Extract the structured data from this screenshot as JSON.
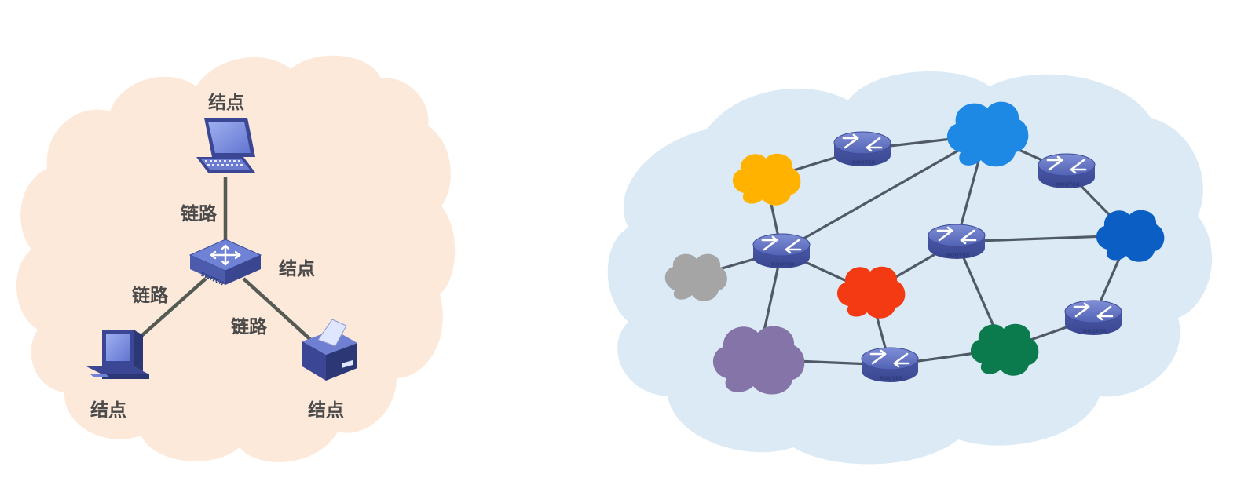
{
  "left_diagram": {
    "node_labels": [
      "结点",
      "结点",
      "结点",
      "结点"
    ],
    "link_labels": [
      "链路",
      "链路",
      "链路"
    ],
    "switch_text": "SWITCH",
    "background_color": "#fde9d9"
  },
  "right_diagram": {
    "router_text": "ROUTER",
    "background_color": "#dbeaf5",
    "routers": [
      "r1",
      "r2",
      "r3",
      "r4",
      "r5",
      "r6"
    ],
    "clouds": [
      {
        "id": "c-blue-top",
        "color": "#1e88e5"
      },
      {
        "id": "c-yellow",
        "color": "#ffb300"
      },
      {
        "id": "c-grey",
        "color": "#a5a5a5"
      },
      {
        "id": "c-red",
        "color": "#f43a12"
      },
      {
        "id": "c-purple",
        "color": "#8574a8"
      },
      {
        "id": "c-green",
        "color": "#0b7a4c"
      },
      {
        "id": "c-blue-right",
        "color": "#0b5fc4"
      }
    ]
  }
}
